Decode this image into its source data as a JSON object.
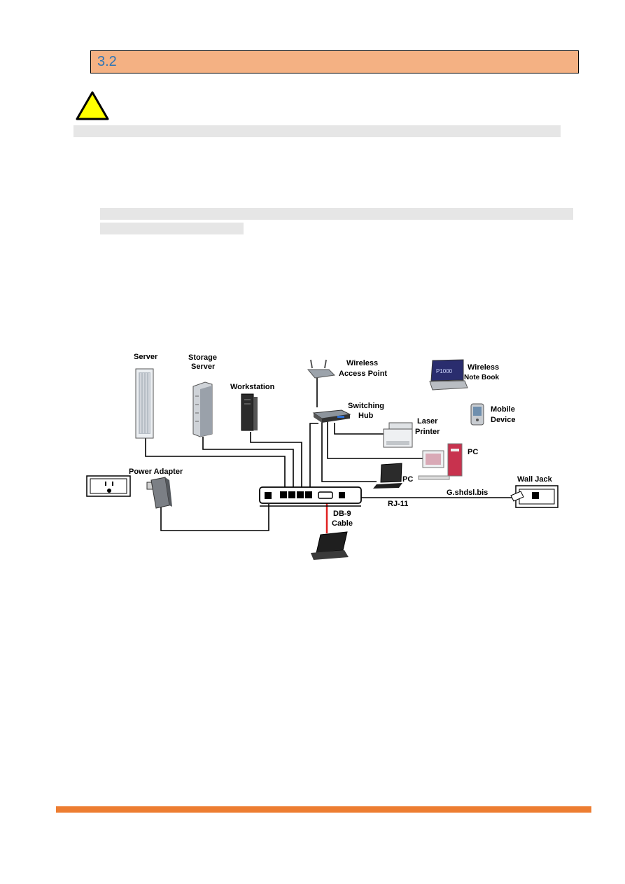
{
  "section": {
    "number": "3.2"
  },
  "diagram": {
    "labels": {
      "server": "Server",
      "storage1": "Storage",
      "storage2": "Server",
      "workstation": "Workstation",
      "wap1": "Wireless",
      "wap2": "Access Point",
      "nb1": "Wireless",
      "nb2": "Note Book",
      "hub1": "Switching",
      "hub2": "Hub",
      "mobile1": "Mobile",
      "mobile2": "Device",
      "laser1": "Laser",
      "laser2": "Printer",
      "pc_right": "PC",
      "pc_mid": "PC",
      "power_adapter": "Power Adapter",
      "wall_jack": "Wall Jack",
      "gshdsl": "G.shdsl.bis",
      "rj11": "RJ-11",
      "db9_1": "DB-9",
      "db9_2": "Cable"
    },
    "screen_text": "P1000"
  },
  "colors": {
    "section_bar": "#f4b183",
    "section_text": "#2e75b6",
    "footer_bar": "#ed7d31",
    "warning": "#ffff00",
    "console_cable": "#e02020"
  }
}
